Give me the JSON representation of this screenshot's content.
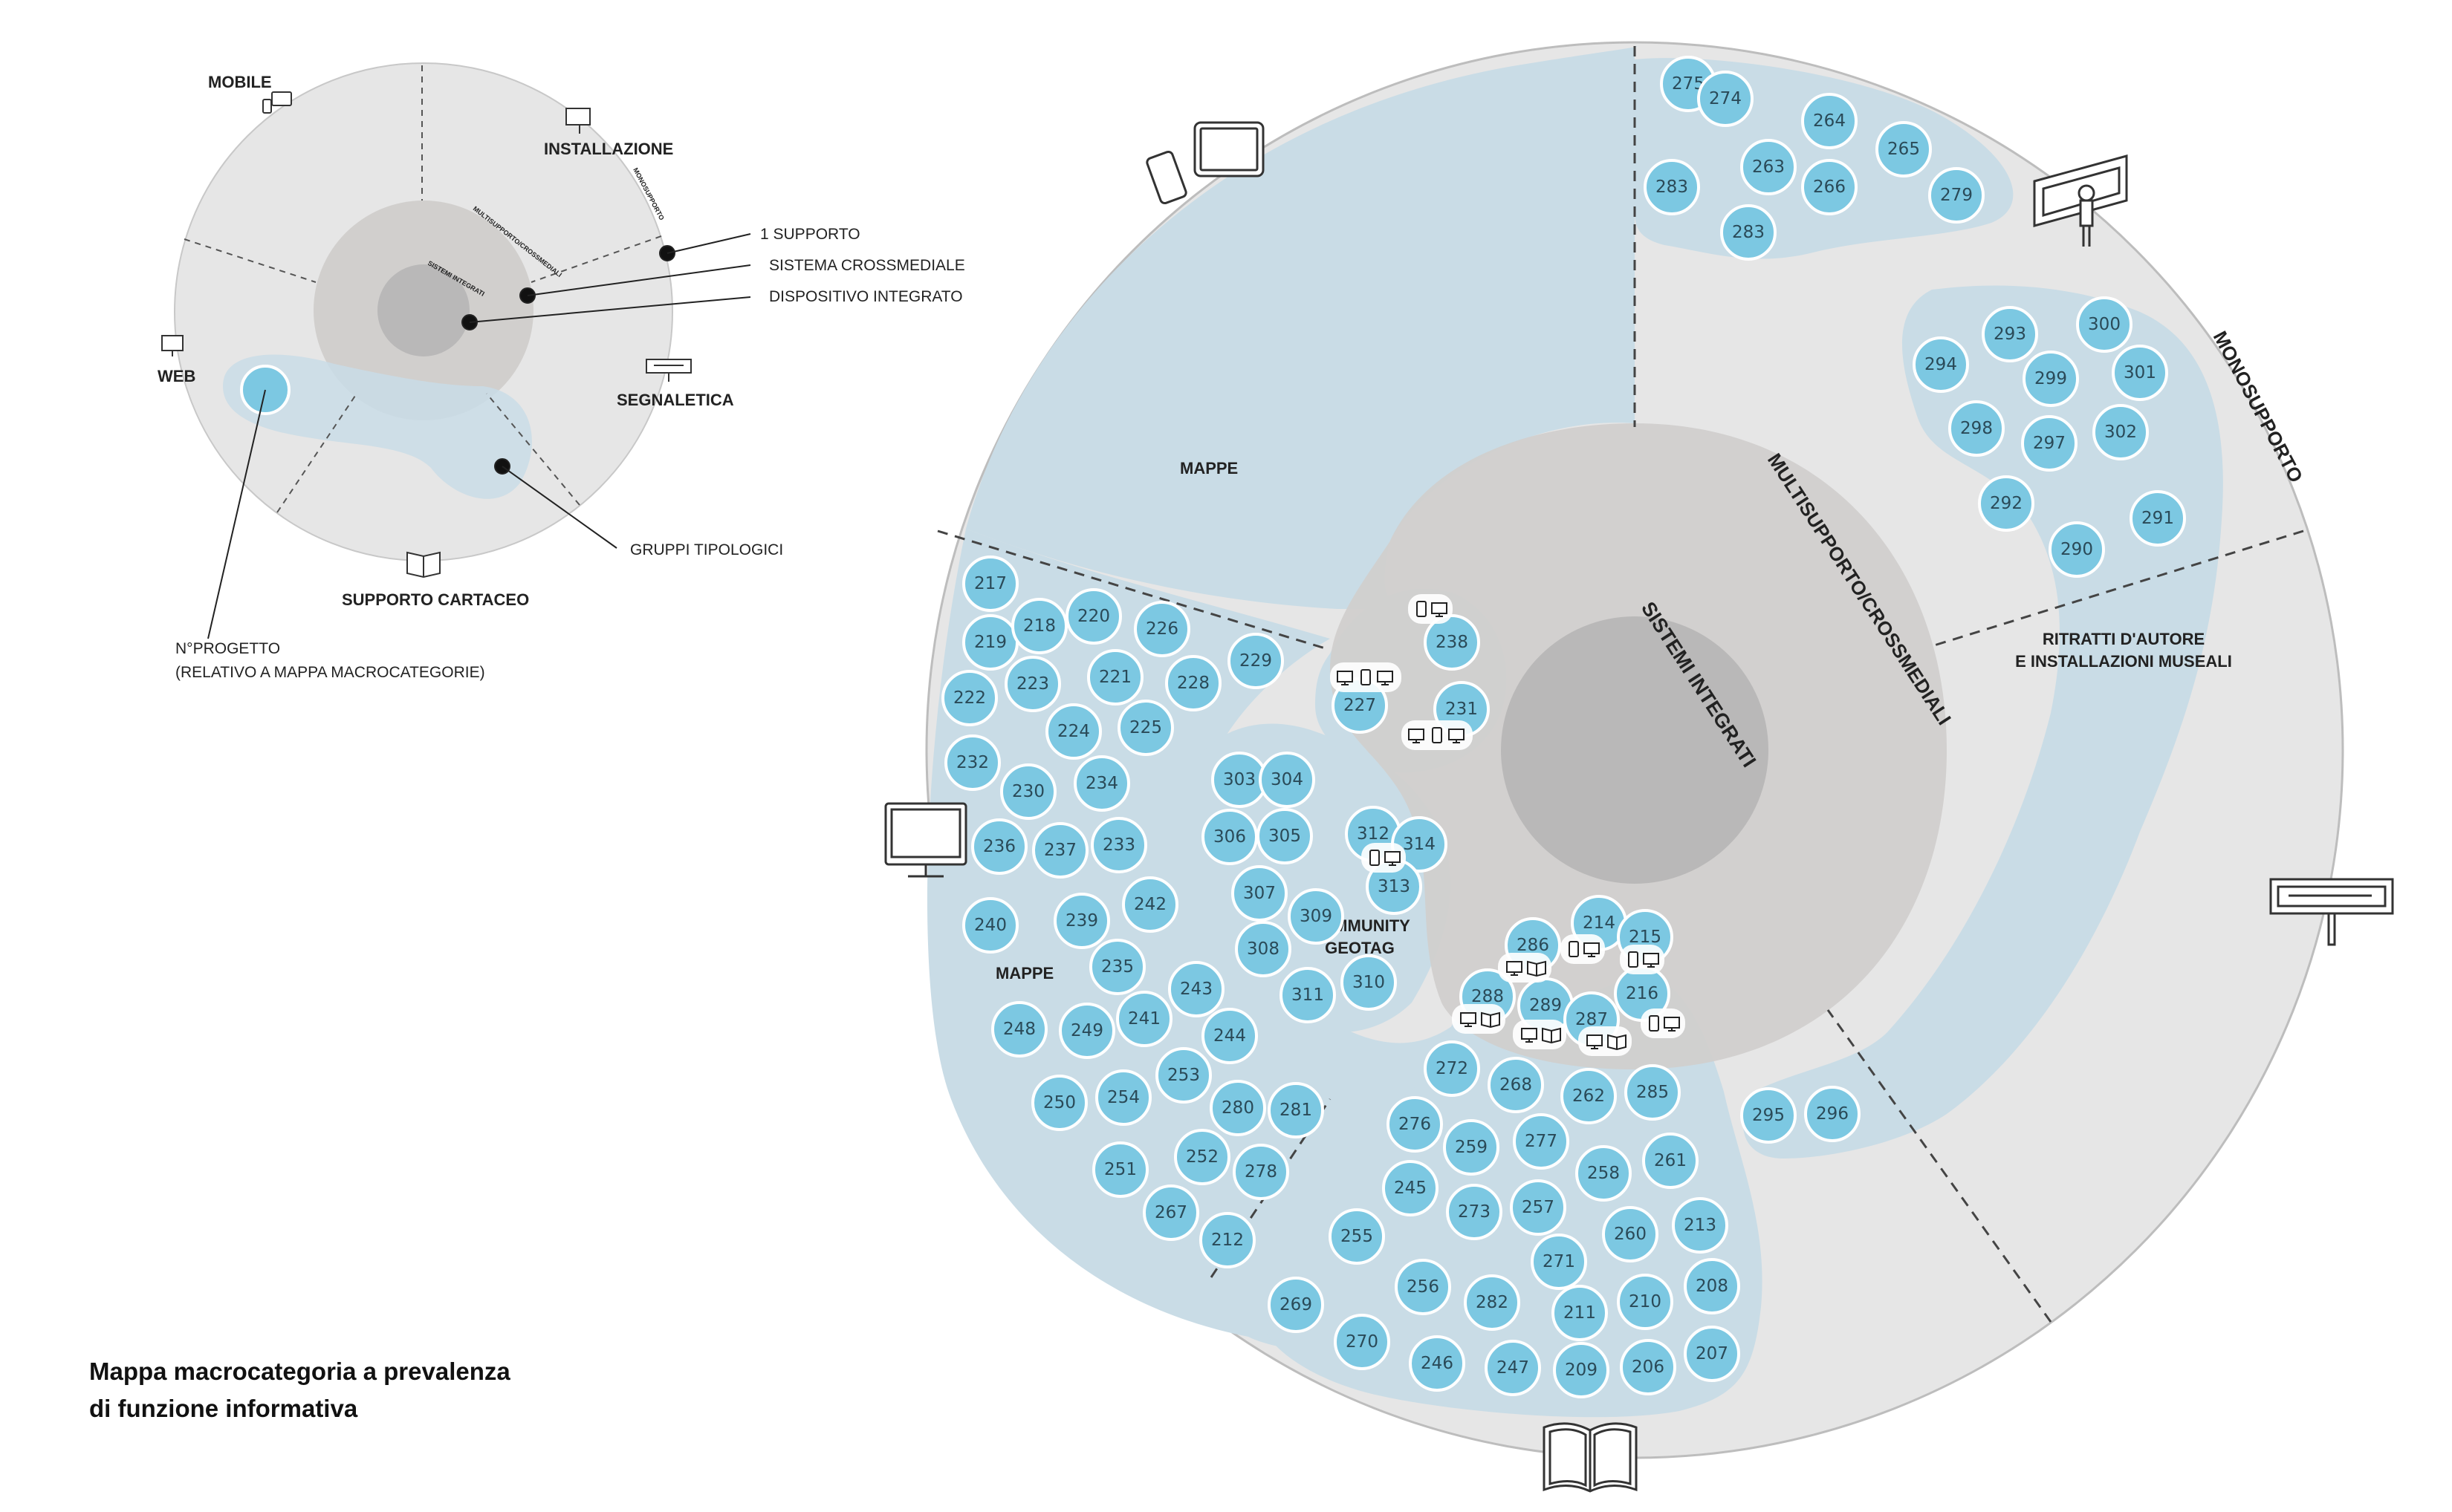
{
  "title_lines": [
    "Mappa macrocategoria a prevalenza",
    "di funzione informativa"
  ],
  "legend": {
    "categories": {
      "mobile": "MOBILE",
      "installazione": "INSTALLAZIONE",
      "web": "WEB",
      "segnaletica": "SEGNALETICA",
      "supporto_cartaceo": "SUPPORTO CARTACEO"
    },
    "rings": {
      "monosupporto": "MONOSUPPORTO",
      "multisupporto": "MULTISUPPORTO/CROSSMEDIALI",
      "sistemi": "SISTEMI INTEGRATI"
    },
    "callouts": {
      "supporto": "1 SUPPORTO",
      "crossmediale": "SISTEMA CROSSMEDIALE",
      "integrato": "DISPOSITIVO INTEGRATO",
      "gruppi": "GRUPPI TIPOLOGICI",
      "progetto_line1": "N°PROGETTO",
      "progetto_line2": "(RELATIVO A MAPPA MACROCATEGORIE)"
    }
  },
  "main": {
    "rings": {
      "monosupporto": "MONOSUPPORTO",
      "multisupporto": "MULTISUPPORTO/CROSSMEDIALI",
      "sistemi": "SISTEMI INTEGRATI"
    },
    "groups": {
      "mappe_top": "MAPPE",
      "mappe_left": "MAPPE",
      "community_line1": "COMMUNITY",
      "community_line2": "GEOTAG",
      "ritratti_line1": "RITRATTI D'AUTORE",
      "ritratti_line2": "E INSTALLAZIONI MUSEALI"
    },
    "icons": [
      "tablet-phone-icon",
      "installation-icon",
      "signage-icon",
      "book-icon",
      "monitor-icon"
    ],
    "colors": {
      "bubble": "#7cc8e2",
      "bubble_stroke": "#ffffff",
      "group_fill": "#c9dce6",
      "outer_disc": "#e6e6e6",
      "mid_disc": "#d1cfcd",
      "inner_disc": "#b9b8b8"
    },
    "bubbles": [
      "275",
      "274",
      "264",
      "265",
      "283",
      "263",
      "266",
      "279",
      "283",
      "293",
      "300",
      "294",
      "299",
      "301",
      "298",
      "297",
      "302",
      "292",
      "291",
      "290",
      "217",
      "219",
      "218",
      "220",
      "226",
      "229",
      "222",
      "223",
      "221",
      "228",
      "224",
      "225",
      "232",
      "230",
      "234",
      "236",
      "237",
      "233",
      "240",
      "239",
      "242",
      "235",
      "243",
      "248",
      "249",
      "241",
      "244",
      "253",
      "250",
      "254",
      "280",
      "281",
      "251",
      "252",
      "278",
      "267",
      "212",
      "303",
      "304",
      "306",
      "305",
      "307",
      "309",
      "308",
      "310",
      "311",
      "312",
      "314",
      "313",
      "238",
      "227",
      "231",
      "214",
      "215",
      "286",
      "216",
      "288",
      "289",
      "287",
      "272",
      "268",
      "262",
      "285",
      "276",
      "259",
      "277",
      "245",
      "258",
      "261",
      "255",
      "273",
      "257",
      "260",
      "213",
      "271",
      "256",
      "282",
      "211",
      "210",
      "208",
      "269",
      "270",
      "246",
      "247",
      "209",
      "206",
      "207",
      "295",
      "296"
    ]
  }
}
